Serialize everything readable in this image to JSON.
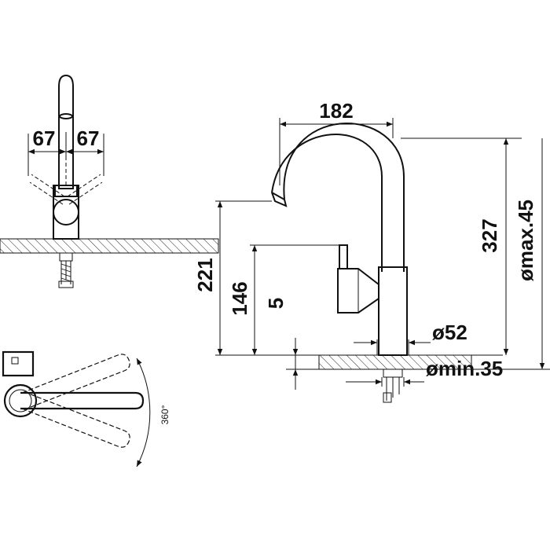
{
  "dimensions": {
    "side_left": "67",
    "side_right": "67",
    "spout_reach": "182",
    "spout_height": "221",
    "lever_height": "146",
    "deck_thickness": "5",
    "total_height": "327",
    "deck_max_diameter": "ømax.45",
    "body_diameter": "ø52",
    "hole_min_diameter": "ømin.35",
    "rotation": "360°"
  },
  "colors": {
    "line": "#111111",
    "background": "#ffffff"
  }
}
